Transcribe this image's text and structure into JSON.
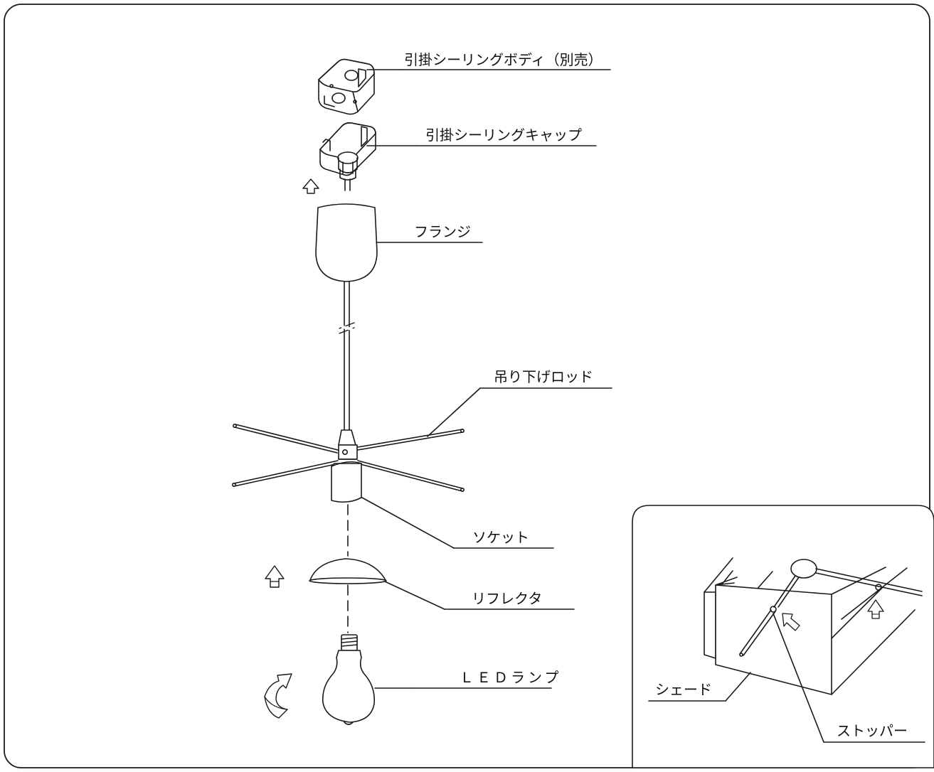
{
  "labels": {
    "ceiling_body": "引掛シーリングボディ（別売）",
    "ceiling_cap": "引掛シーリングキャップ",
    "flange": "フランジ",
    "rod": "吊り下げロッド",
    "socket": "ソケット",
    "reflector": "リフレクタ",
    "led_lamp": "ＬＥＤランプ"
  },
  "inset": {
    "shade": "シェード",
    "stopper": "ストッパー"
  },
  "icons": {
    "up_arrow": "up-arrow-icon",
    "rotate_arrow": "rotate-arrow-icon"
  },
  "colors": {
    "line": "#1a1a1a",
    "background": "#ffffff"
  }
}
